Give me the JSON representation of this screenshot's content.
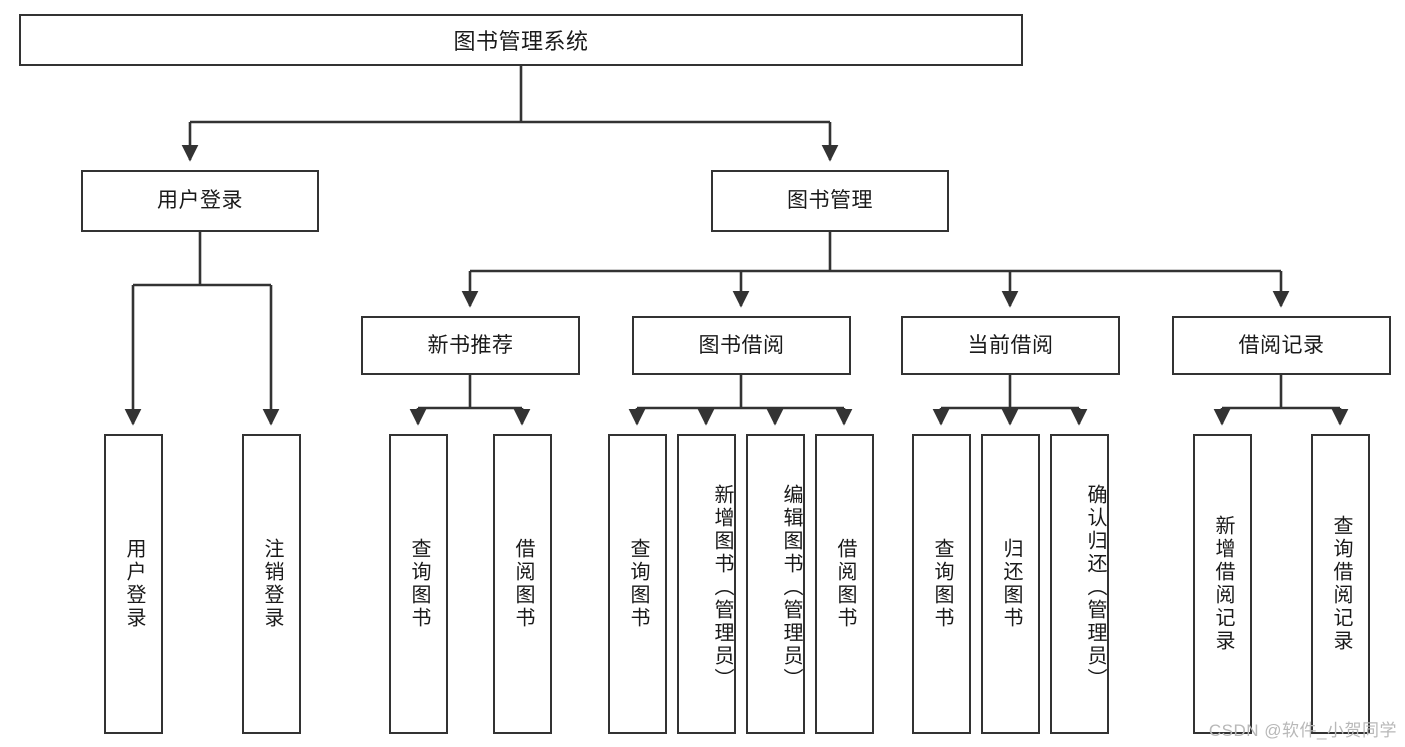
{
  "diagram": {
    "type": "tree-hierarchy",
    "title": "图书管理系统",
    "root": {
      "label": "图书管理系统"
    },
    "level2": [
      {
        "id": "user-login",
        "label": "用户登录"
      },
      {
        "id": "book-management",
        "label": "图书管理"
      }
    ],
    "level3": [
      {
        "id": "new-book-recommend",
        "label": "新书推荐",
        "parent": "book-management"
      },
      {
        "id": "book-borrow",
        "label": "图书借阅",
        "parent": "book-management"
      },
      {
        "id": "current-borrow",
        "label": "当前借阅",
        "parent": "book-management"
      },
      {
        "id": "borrow-record",
        "label": "借阅记录",
        "parent": "book-management"
      }
    ],
    "leaves": {
      "user-login": [
        {
          "id": "leaf-user-login",
          "label": "用户登录"
        },
        {
          "id": "leaf-user-logout",
          "label": "注销登录"
        }
      ],
      "new-book-recommend": [
        {
          "id": "leaf-query-book-1",
          "label": "查询图书"
        },
        {
          "id": "leaf-borrow-book-1",
          "label": "借阅图书"
        }
      ],
      "book-borrow": [
        {
          "id": "leaf-query-book-2",
          "label": "查询图书"
        },
        {
          "id": "leaf-add-book",
          "label": "新增图书（管理员）"
        },
        {
          "id": "leaf-edit-book",
          "label": "编辑图书（管理员）"
        },
        {
          "id": "leaf-borrow-book-2",
          "label": "借阅图书"
        }
      ],
      "current-borrow": [
        {
          "id": "leaf-query-book-3",
          "label": "查询图书"
        },
        {
          "id": "leaf-return-book",
          "label": "归还图书"
        },
        {
          "id": "leaf-confirm-return",
          "label": "确认归还（管理员）"
        }
      ],
      "borrow-record": [
        {
          "id": "leaf-add-record",
          "label": "新增借阅记录"
        },
        {
          "id": "leaf-query-record",
          "label": "查询借阅记录"
        }
      ]
    },
    "colors": {
      "stroke": "#333333",
      "fill": "#ffffff",
      "text": "#1a1a1a",
      "watermark": "#b8b8b8"
    }
  },
  "watermark": {
    "text": "CSDN @软件_小贺同学"
  }
}
